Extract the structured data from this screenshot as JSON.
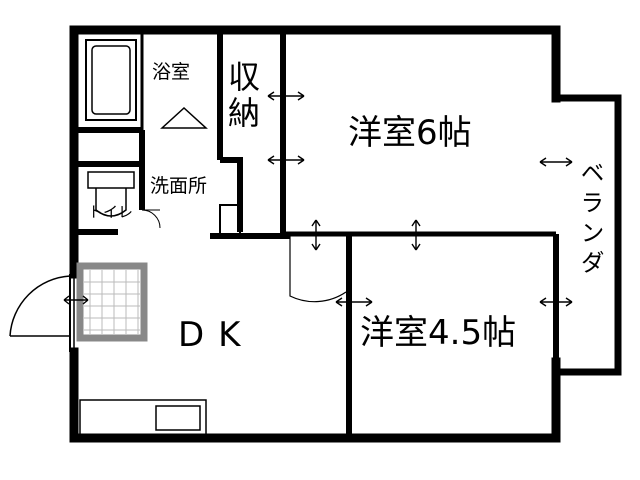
{
  "rooms": {
    "bath": "浴室",
    "storage": "収納",
    "western_6": "洋室6帖",
    "washroom": "洗面所",
    "toilet": "トイレ",
    "dk": "DK",
    "western_4_5": "洋室4.5帖",
    "veranda": "ベランダ"
  },
  "colors": {
    "wall": "#000000",
    "floor": "#ffffff",
    "hatch": "#bbbbbb"
  }
}
